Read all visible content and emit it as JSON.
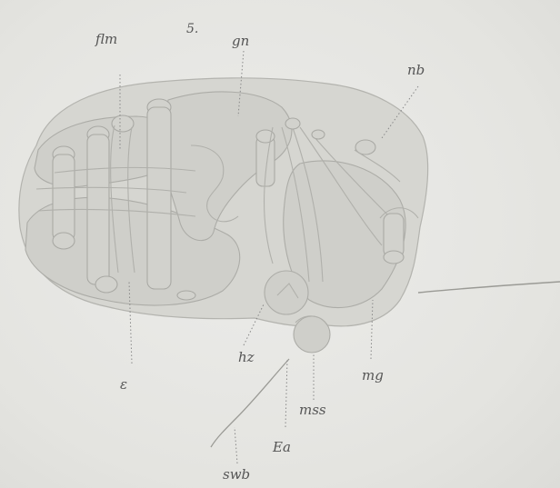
{
  "figure_number": "5.",
  "labels": {
    "flm": "flm",
    "gn": "gn",
    "nb": "nb",
    "epsilon": "ε",
    "hz": "hz",
    "mg": "mg",
    "mss": "mss",
    "ea": "Ea",
    "swb": "swb"
  }
}
